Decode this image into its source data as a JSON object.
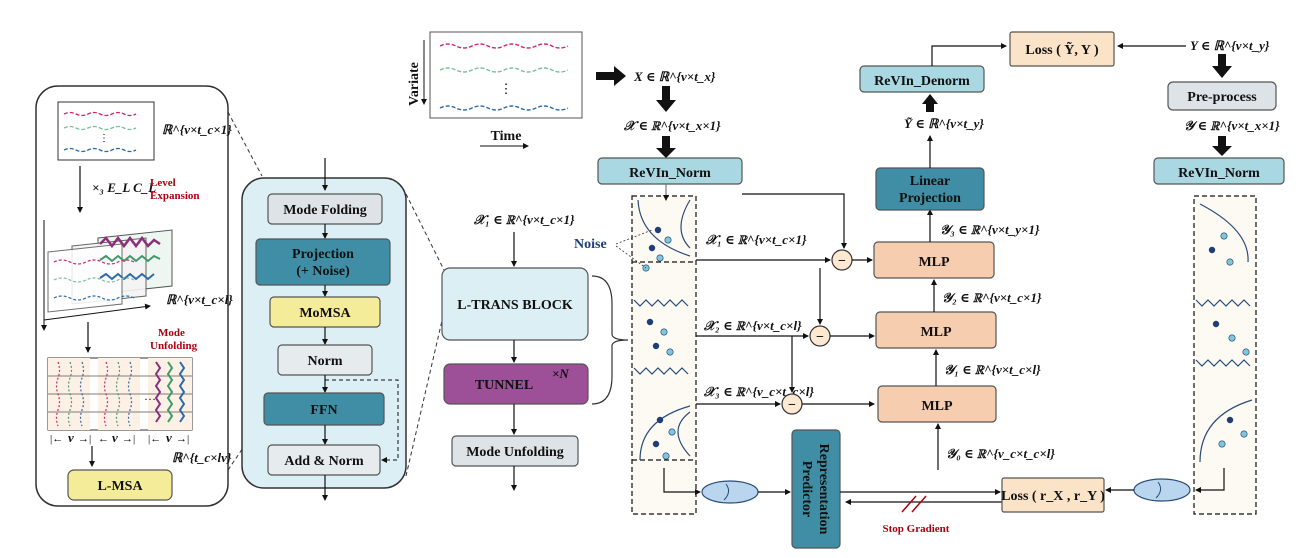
{
  "colors": {
    "teal_box": "#a9d8e2",
    "dark_teal": "#3f8ea6",
    "peach": "#f7cdb0",
    "yellow": "#f5ec9a",
    "purple": "#9d4f97",
    "grey_box": "#dde3e6",
    "light_grey_box": "#e6ebed",
    "panel_blue": "#dbeff5",
    "loss_box": "#fbe3c8",
    "red_label": "#b00010"
  },
  "left_panel": {
    "tensor1": "ℝ^{v×t_c×1}",
    "op": "×₃ E_L C_L",
    "level_expansion": "Level Expansion",
    "tensor2": "ℝ^{v×t_c×l}",
    "mode_unfolding": "Mode Unfolding",
    "v_label": "v",
    "tensor3": "ℝ^{t_c×lv}",
    "lmsa": "L-MSA"
  },
  "block_panel": {
    "mode_folding": "Mode Folding",
    "projection": "Projection\n(+ Noise)",
    "momsa": "MoMSA",
    "norm": "Norm",
    "ffn": "FFN",
    "add_norm": "Add & Norm"
  },
  "middle": {
    "x1": "𝒳₁ ∈ ℝ^{v×t_c×1}",
    "ltrans": "L-TRANS BLOCK",
    "tunnel": "TUNNEL",
    "tunnel_sup": "×N",
    "mode_unfolding": "Mode Unfolding"
  },
  "input_plot": {
    "variate": "Variate",
    "time": "Time",
    "dots": "⋮",
    "X": "X ∈ ℝ^{v×t_x}",
    "calX": "𝒳 ∈ ℝ^{v×t_x×1}"
  },
  "main": {
    "revin_norm": "ReVIn_Norm",
    "noise": "Noise",
    "x1": "𝒳₁ ∈ ℝ^{v×t_c×1}",
    "x2": "𝒳₂ ∈ ℝ^{v×t_c×l}",
    "x3": "𝒳₃ ∈ ℝ^{v_c×t_c×l}",
    "minus": "−",
    "mlp": "MLP",
    "y3": "𝒴₃ ∈ ℝ^{v×t_y×1}",
    "y2": "𝒴₂ ∈ ℝ^{v×t_c×1}",
    "y1": "𝒴₁ ∈ ℝ^{v×t_c×l}",
    "y0": "𝒴₀ ∈ ℝ^{v_c×t_c×l}",
    "linear_projection": "Linear\nProjection",
    "y_tilde": "Ỹ ∈ ℝ^{v×t_y}",
    "revin_denorm": "ReVIn_Denorm",
    "loss_top": "Loss ( Ỹ, Y )",
    "y_true": "Y ∈ ℝ^{v×t_y}",
    "preprocess": "Pre-process",
    "calY": "𝒴 ∈ ℝ^{v×t_x×1}",
    "revin_norm_right": "ReVIn_Norm",
    "rep_predictor": "Representation\nPredictor",
    "loss_bottom": "Loss ( r_X , r_Y )",
    "stop_gradient": "Stop Gradient"
  }
}
